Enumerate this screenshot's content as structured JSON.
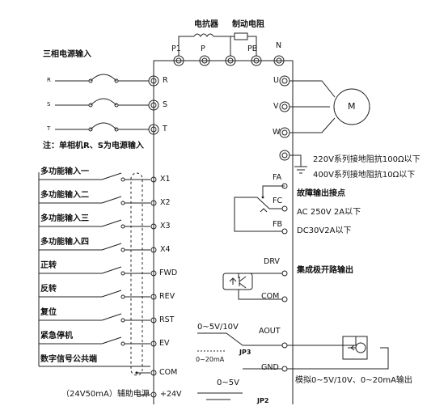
{
  "top": {
    "reactor": "电抗器",
    "brake_resistor": "制动电阻",
    "terminals": [
      "P1",
      "P",
      "PB",
      "N"
    ]
  },
  "power_input": {
    "title": "三相电源输入",
    "lines": [
      "R",
      "S",
      "T"
    ],
    "terminals": [
      "R",
      "S",
      "T"
    ],
    "note": "注：单相机R、S为电源输入"
  },
  "motor": {
    "terminals": [
      "U",
      "V",
      "W"
    ],
    "label": "M"
  },
  "ground_notes": [
    "220V系列接地阻抗100Ω以下",
    "400V系列接地阻抗10Ω以下"
  ],
  "relay": {
    "terminals": [
      "FA",
      "FC",
      "FB"
    ],
    "fault_label": "故障输出接点",
    "ac_rating": "AC 250V 2A以下",
    "dc_rating": "DC30V2A以下"
  },
  "open_collector": {
    "terminals": [
      "DRV",
      "COM"
    ],
    "label": "集成极开路输出"
  },
  "inputs": {
    "labels": [
      "多功能输入一",
      "多功能输入二",
      "多功能输入三",
      "多功能输入四",
      "正转",
      "反转",
      "复位",
      "紧急停机",
      "数字信号公共端"
    ],
    "terminals": [
      "X1",
      "X2",
      "X3",
      "X4",
      "FWD",
      "REV",
      "RST",
      "EV",
      "COM"
    ]
  },
  "aux_power": {
    "label": "（24V50mA）辅助电源",
    "terminal": "+24V"
  },
  "analog_out": {
    "voltage_label": "0~5V/10V",
    "current_label": "0~20mA",
    "jumper": "JP3",
    "terminals": [
      "AOUT",
      "GND"
    ],
    "label": "模拟0~5V/10V、0~20mA输出"
  },
  "analog_in": {
    "voltage_label": "0~5V",
    "jumper": "JP2"
  }
}
